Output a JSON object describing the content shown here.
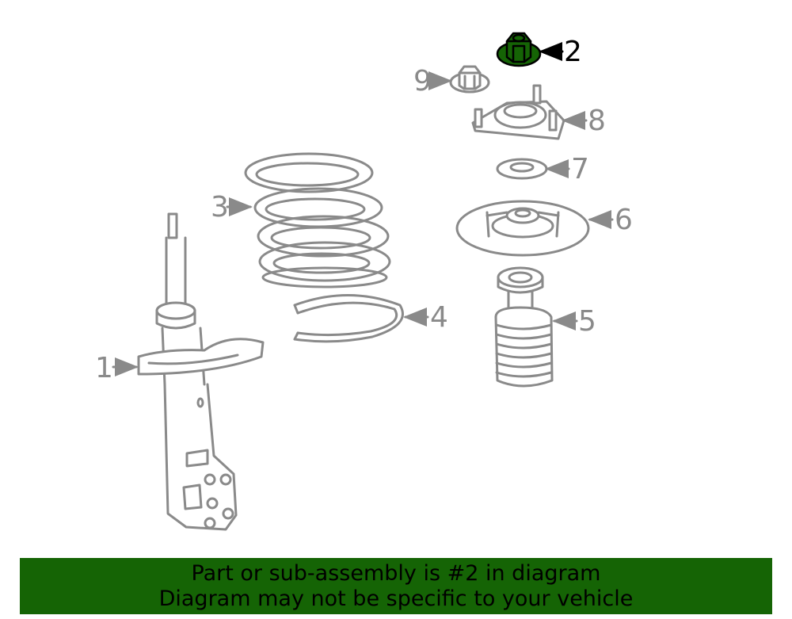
{
  "diagram": {
    "highlighted_part": "2",
    "highlight_color": "#156405",
    "line_color": "#8a8a8a",
    "callouts": [
      {
        "num": "1",
        "part": "strut"
      },
      {
        "num": "2",
        "part": "nut (highlighted)"
      },
      {
        "num": "3",
        "part": "coil spring"
      },
      {
        "num": "4",
        "part": "spring insulator"
      },
      {
        "num": "5",
        "part": "bump stop / boot"
      },
      {
        "num": "6",
        "part": "upper spring seat"
      },
      {
        "num": "7",
        "part": "bearing / washer"
      },
      {
        "num": "8",
        "part": "strut mount"
      },
      {
        "num": "9",
        "part": "nut"
      }
    ]
  },
  "banner": {
    "line1": "Part or sub-assembly is #2 in diagram",
    "line2": "Diagram may not be specific to your vehicle",
    "background": "#156405"
  }
}
